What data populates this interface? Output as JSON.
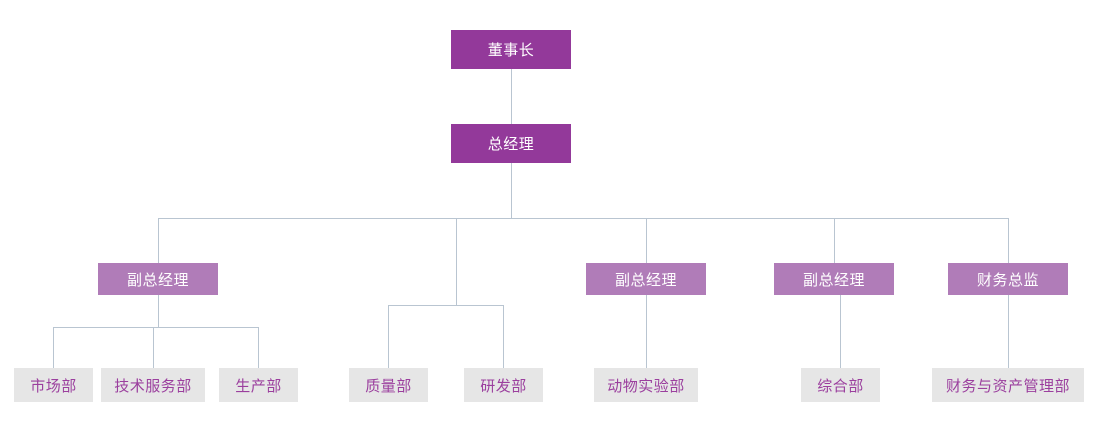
{
  "chart_data": {
    "type": "diagram",
    "diagram_kind": "organizational-chart",
    "title": "",
    "orientation": "top-down",
    "colors": {
      "executive_box_fill": "#93399a",
      "executive_box_text": "#ffffff",
      "vp_box_fill": "#b07cb8",
      "vp_box_text": "#ffffff",
      "department_box_fill": "#e6e6e6",
      "department_box_text": "#9b3f9e",
      "connector_line": "#b9c5d1",
      "background": "#ffffff"
    },
    "levels": [
      {
        "level": 0,
        "nodes": [
          {
            "id": "chairman",
            "label": "董事长",
            "style": "executive"
          }
        ]
      },
      {
        "level": 1,
        "nodes": [
          {
            "id": "general-manager",
            "label": "总经理",
            "style": "executive",
            "parent": "chairman"
          }
        ]
      },
      {
        "level": 2,
        "nodes": [
          {
            "id": "vp-1",
            "label": "副总经理",
            "style": "vp",
            "parent": "general-manager"
          },
          {
            "id": "branch-unlabeled",
            "label": "",
            "style": "none",
            "parent": "general-manager"
          },
          {
            "id": "vp-2",
            "label": "副总经理",
            "style": "vp",
            "parent": "general-manager"
          },
          {
            "id": "vp-3",
            "label": "副总经理",
            "style": "vp",
            "parent": "general-manager"
          },
          {
            "id": "cfo",
            "label": "财务总监",
            "style": "vp",
            "parent": "general-manager"
          }
        ]
      },
      {
        "level": 3,
        "nodes": [
          {
            "id": "dept-marketing",
            "label": "市场部",
            "style": "department",
            "parent": "vp-1"
          },
          {
            "id": "dept-tech-service",
            "label": "技术服务部",
            "style": "department",
            "parent": "vp-1"
          },
          {
            "id": "dept-production",
            "label": "生产部",
            "style": "department",
            "parent": "vp-1"
          },
          {
            "id": "dept-quality",
            "label": "质量部",
            "style": "department",
            "parent": "branch-unlabeled"
          },
          {
            "id": "dept-rnd",
            "label": "研发部",
            "style": "department",
            "parent": "branch-unlabeled"
          },
          {
            "id": "dept-animal-lab",
            "label": "动物实验部",
            "style": "department",
            "parent": "vp-2"
          },
          {
            "id": "dept-general-affairs",
            "label": "综合部",
            "style": "department",
            "parent": "vp-3"
          },
          {
            "id": "dept-finance-asset",
            "label": "财务与资产管理部",
            "style": "department",
            "parent": "cfo"
          }
        ]
      }
    ]
  },
  "nodes": {
    "chairman": "董事长",
    "general_manager": "总经理",
    "vp_1": "副总经理",
    "vp_2": "副总经理",
    "vp_3": "副总经理",
    "cfo": "财务总监",
    "dept_marketing": "市场部",
    "dept_tech_service": "技术服务部",
    "dept_production": "生产部",
    "dept_quality": "质量部",
    "dept_rnd": "研发部",
    "dept_animal_lab": "动物实验部",
    "dept_general_affairs": "综合部",
    "dept_finance_asset": "财务与资产管理部"
  }
}
